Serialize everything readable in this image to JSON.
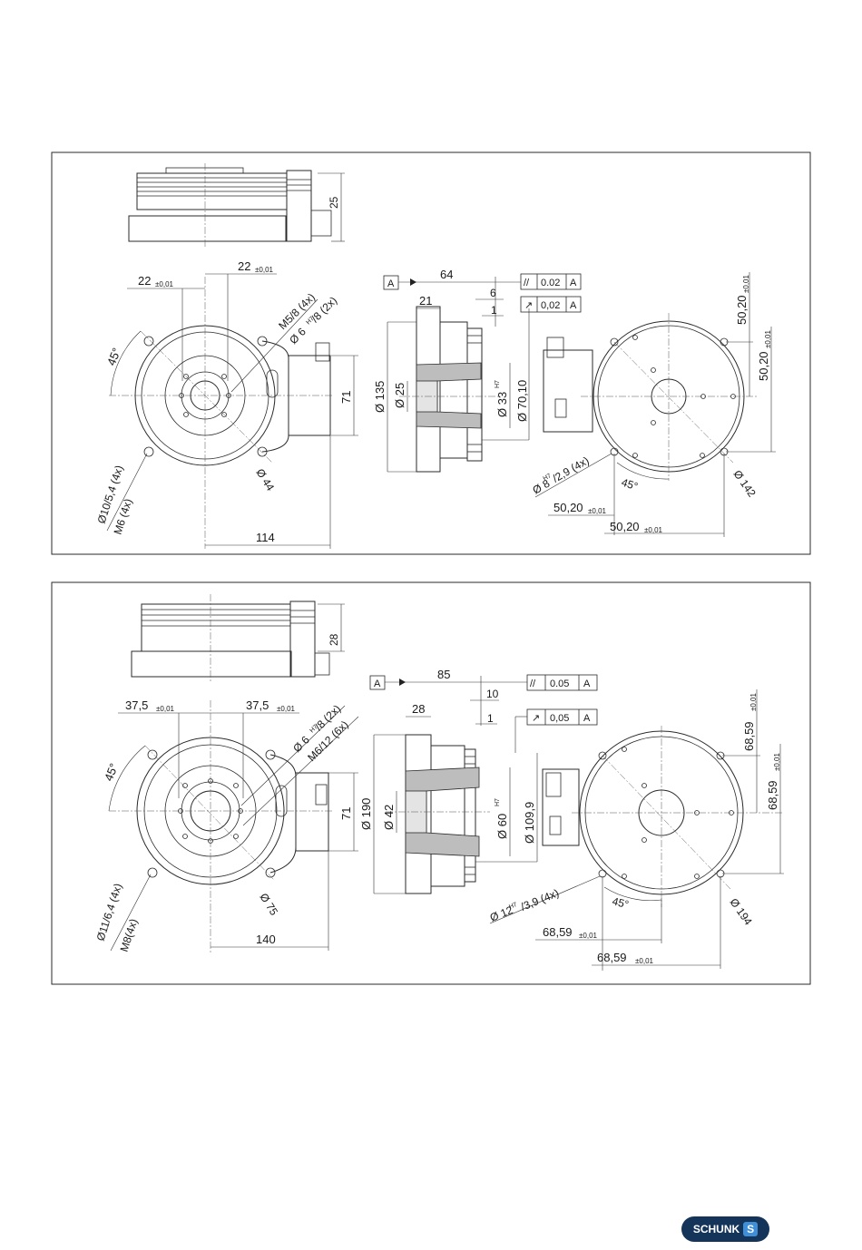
{
  "panel1": {
    "side_height": "25",
    "pitch_left": "22",
    "pitch_right": "22",
    "tol_001": "±0,01",
    "thread_main": "M5/8 (4x)",
    "pin_main": "Ø 6",
    "pin_main_fit": "H7",
    "pin_main_rest": "/8 (2x)",
    "angle": "45°",
    "bore_thru": "Ø10/5,4 (4x)",
    "thread_thru": "M6 (4x)",
    "bolt_circle": "Ø 44",
    "width": "114",
    "height": "71",
    "datum": "A",
    "section_length": "64",
    "flange_thk": "21",
    "step_6": "6",
    "step_1": "1",
    "parallel_val": "0.02",
    "runout_val": "0,02",
    "dia_135": "Ø 135",
    "dia_25": "Ø 25",
    "dia_33": "Ø 33",
    "dia_33_fit": "H7",
    "dia_7010": "Ø 70,10",
    "rear_pitch_v1": "50,20",
    "rear_pitch_v2": "50,20",
    "rear_pitch_h1": "50,20",
    "rear_pitch_h2": "50,20",
    "rear_pin": "Ø 8",
    "rear_pin_fit": "H7",
    "rear_pin_rest": "/2,9 (4x)",
    "rear_angle": "45°",
    "rear_dia": "Ø 142"
  },
  "panel2": {
    "side_height": "28",
    "pitch_left": "37,5",
    "pitch_right": "37,5",
    "tol_001": "±0,01",
    "pin_main": "Ø 6",
    "pin_main_fit": "H7",
    "pin_main_rest": "/8 (2x)",
    "thread_main": "M6/12 (6x)",
    "angle": "45°",
    "bore_thru": "Ø11/6,4 (4x)",
    "thread_thru": "M8(4x)",
    "bolt_circle": "Ø 75",
    "width": "140",
    "height": "71",
    "datum": "A",
    "section_length": "85",
    "flange_thk": "28",
    "step_10": "10",
    "step_1": "1",
    "parallel_val": "0.05",
    "runout_val": "0,05",
    "dia_190": "Ø 190",
    "dia_42": "Ø 42",
    "dia_60": "Ø 60",
    "dia_60_fit": "H7",
    "dia_1099": "Ø 109,9",
    "rear_pitch_v1": "68,59",
    "rear_pitch_v2": "68,59",
    "rear_pitch_h1": "68,59",
    "rear_pitch_h2": "68,59",
    "rear_pin": "Ø 12",
    "rear_pin_fit": "H7",
    "rear_pin_rest": "/3,9 (4x)",
    "rear_angle": "45°",
    "rear_dia": "Ø 194"
  },
  "gdt_symbols": {
    "parallel": "//",
    "runout": "↗"
  },
  "logo": {
    "text": "SCHUNK",
    "mark": "S",
    "color": "#14345a"
  }
}
